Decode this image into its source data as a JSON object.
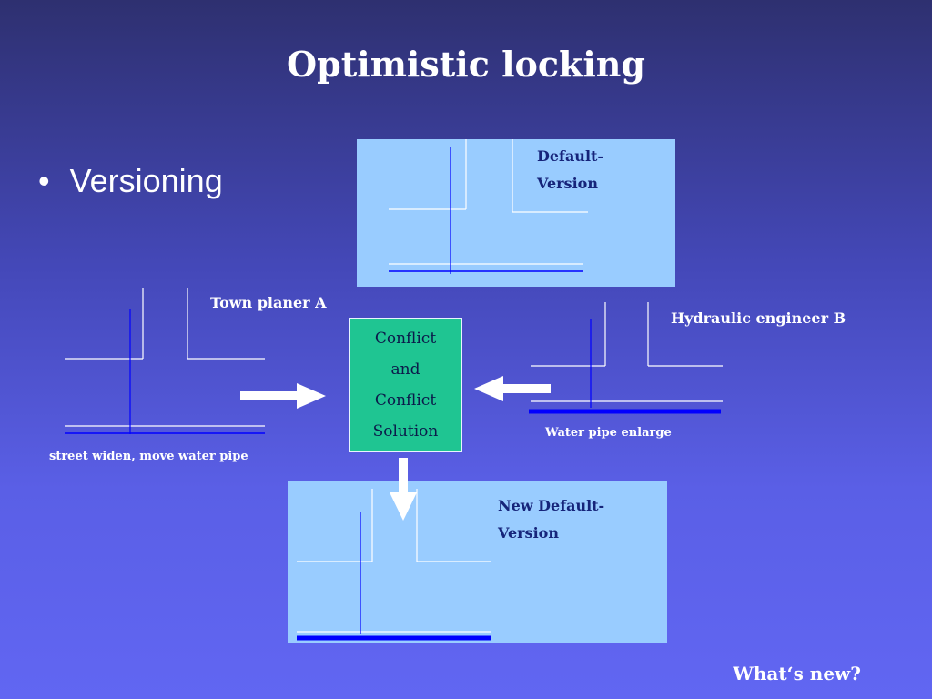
{
  "slide": {
    "title": "Optimistic locking",
    "bullet": "Versioning",
    "footer_link": "What‘s new?"
  },
  "diagram": {
    "default_version_label": [
      "Default-",
      "Version"
    ],
    "new_default_version_label": [
      "New Default-",
      "Version"
    ],
    "town_planer_label": "Town planer A",
    "hydraulic_engineer_label": "Hydraulic engineer B",
    "street_label": "street widen, move water pipe",
    "water_pipe_label": "Water pipe enlarge",
    "conflict_box": [
      "Conflict",
      "and",
      "Conflict",
      "Solution"
    ]
  },
  "colors": {
    "panel": "#99ccff",
    "conflict_box": "#1fc592",
    "pipe": "#0000ff",
    "label_dark": "#16247a"
  },
  "icons": [
    "arrow-right-icon",
    "arrow-left-icon",
    "arrow-down-icon"
  ]
}
